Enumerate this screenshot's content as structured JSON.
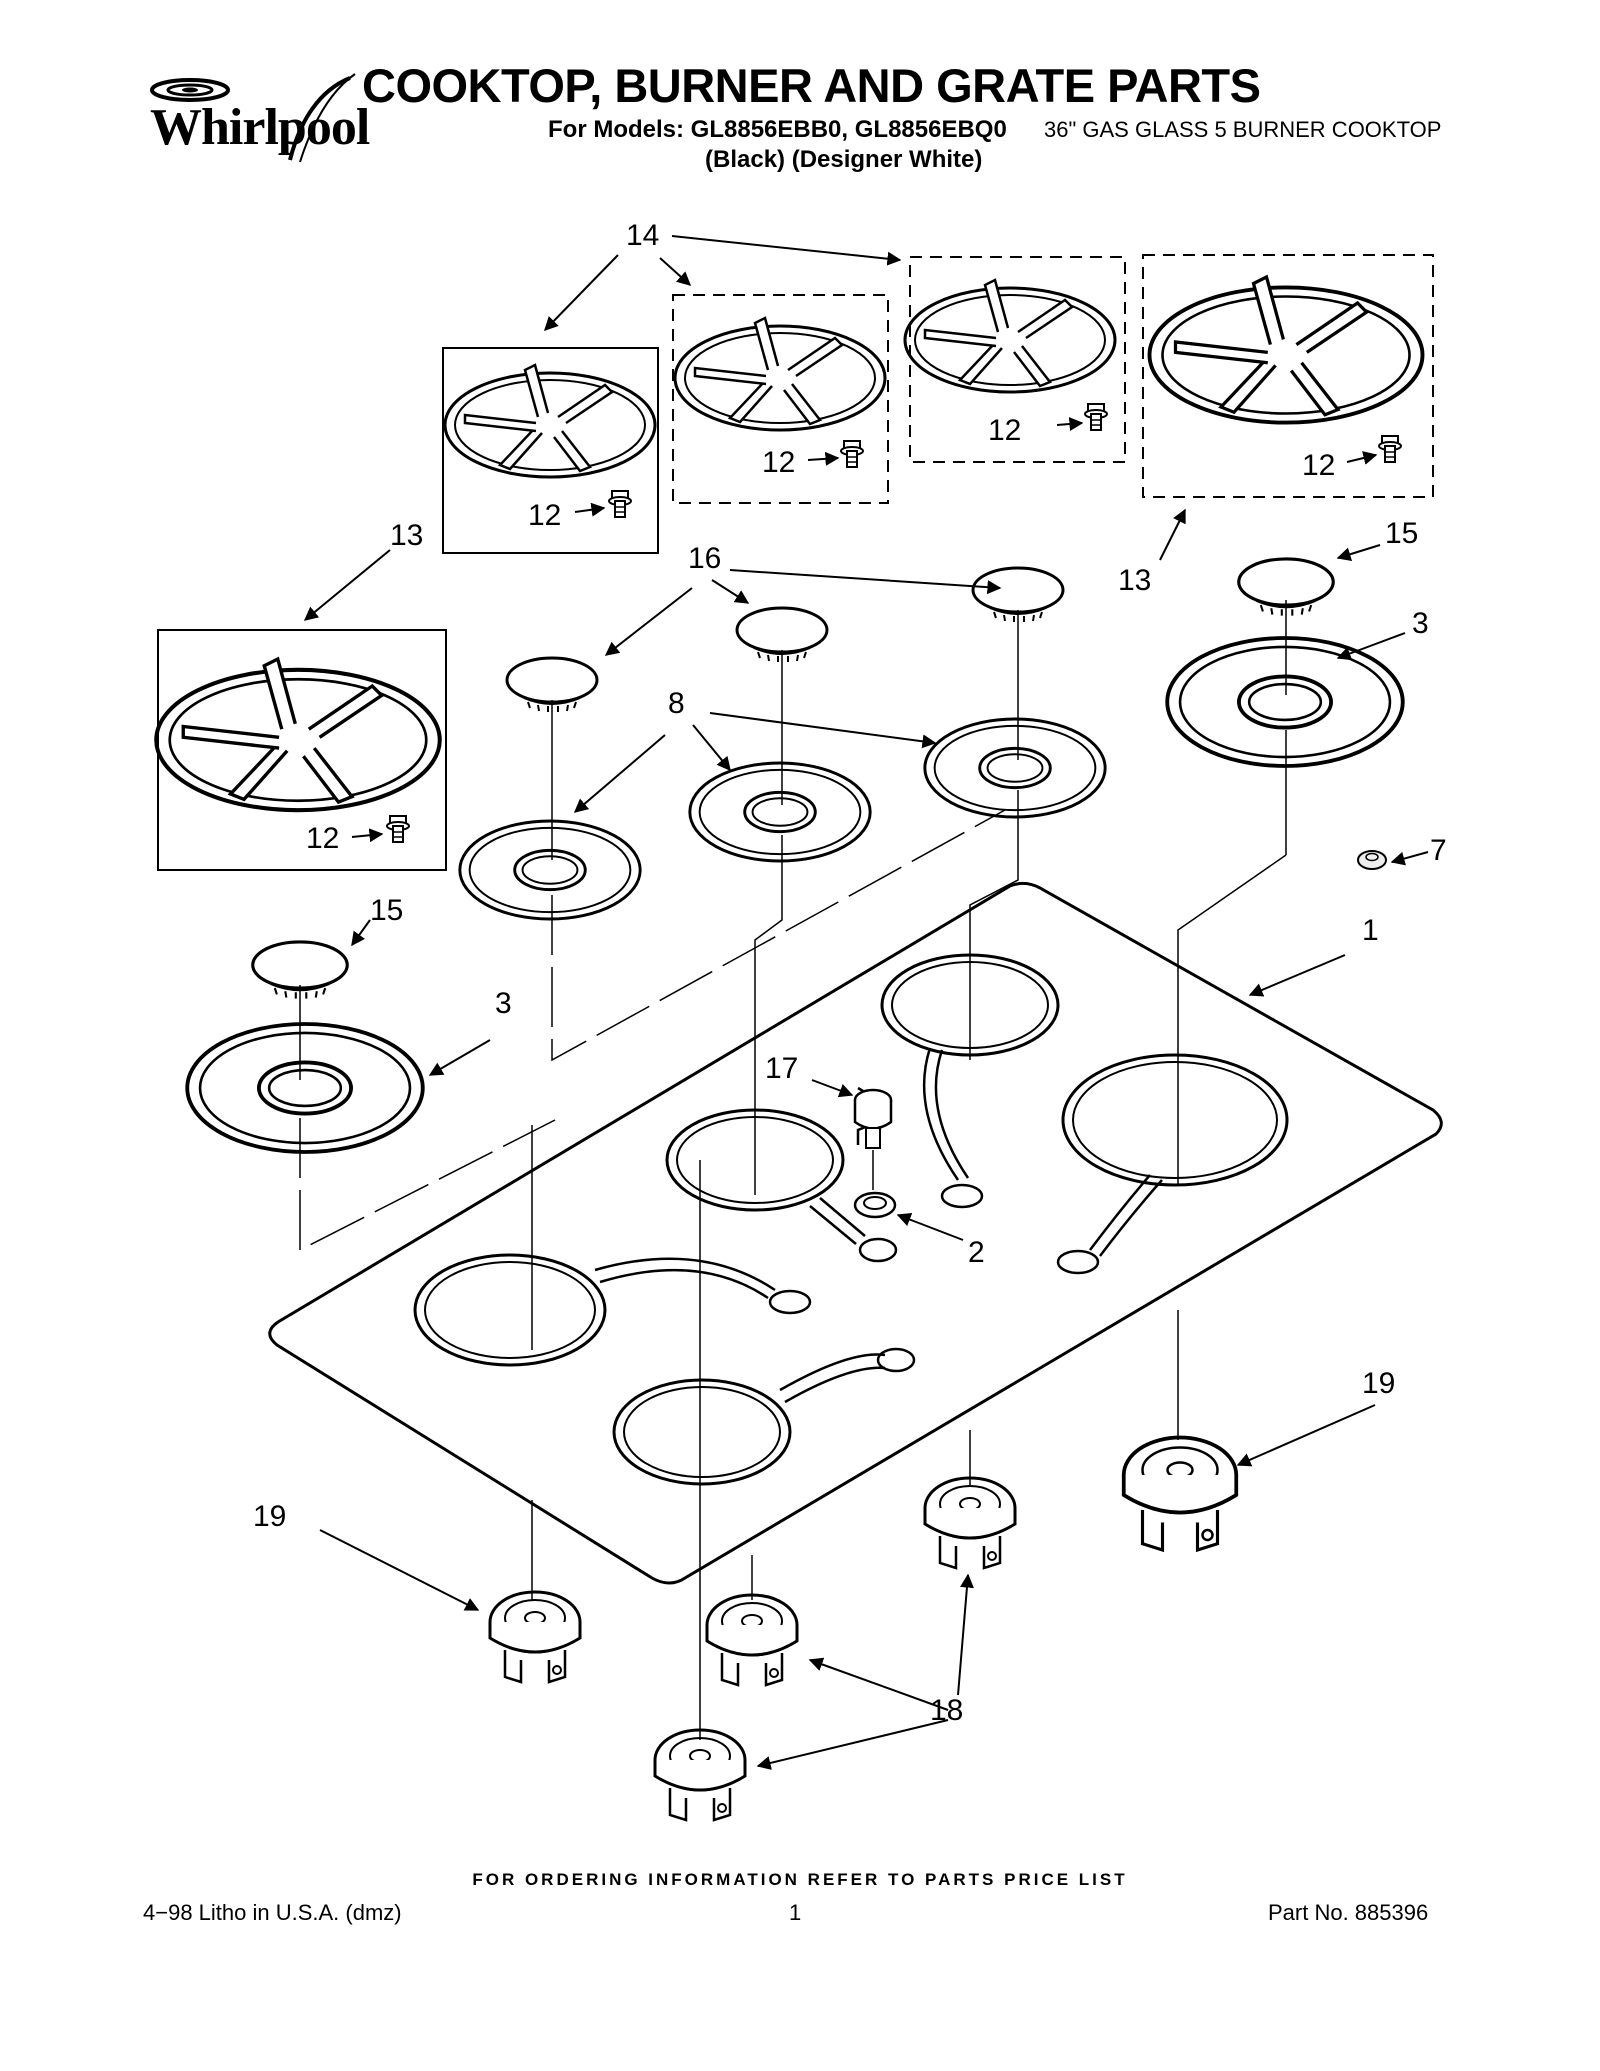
{
  "header": {
    "brand": "Whirlpool",
    "title": "COOKTOP, BURNER AND GRATE PARTS",
    "models": "For Models: GL8856EBB0, GL8856EBQ0",
    "description": "36\" GAS GLASS 5 BURNER COOKTOP",
    "colors": "(Black) (Designer White)"
  },
  "callouts": {
    "c1": "1",
    "c2": "2",
    "c3": "3",
    "c7": "7",
    "c8": "8",
    "c12": "12",
    "c13": "13",
    "c14": "14",
    "c15": "15",
    "c16": "16",
    "c17": "17",
    "c18": "18",
    "c19": "19"
  },
  "footer": {
    "ordering": "FOR ORDERING INFORMATION REFER TO PARTS PRICE LIST",
    "litho": "4−98 Litho in U.S.A. (dmz)",
    "page": "1",
    "part_no": "Part No. 885396"
  },
  "icons": [
    "whirlpool-logo-icon"
  ]
}
